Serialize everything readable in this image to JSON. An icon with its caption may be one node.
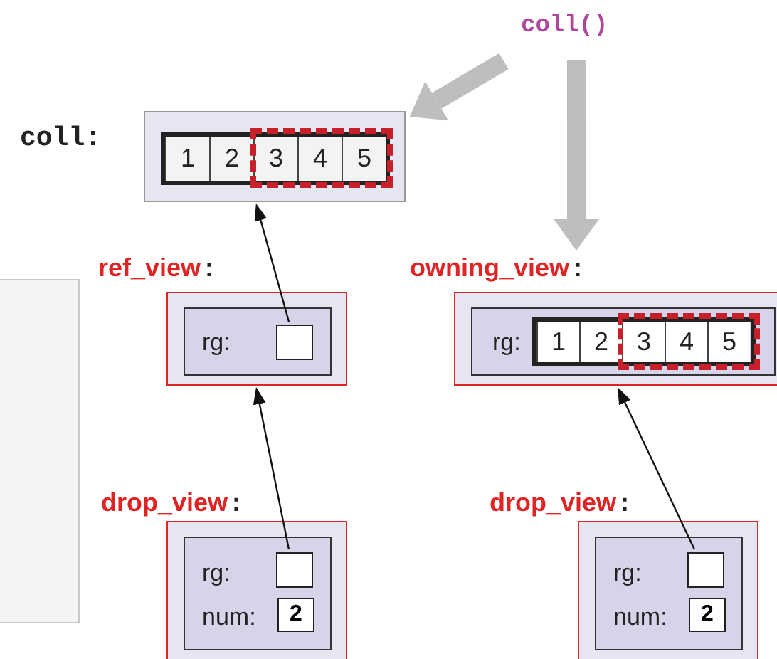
{
  "diagram": {
    "nodes": [
      {
        "text": [
          "coll()"
        ]
      },
      {
        "text": [
          "coll:"
        ]
      },
      {
        "text": [
          "1"
        ],
        "in": 1
      },
      {
        "text": [
          "2"
        ],
        "in": 1
      },
      {
        "text": [
          "3"
        ],
        "in": 1
      },
      {
        "text": [
          "4"
        ],
        "in": 1
      },
      {
        "text": [
          "5"
        ],
        "in": 1
      },
      {
        "text": [
          "ref_view:"
        ]
      },
      {
        "text": [
          "rg:"
        ],
        "in": 7
      },
      {
        "text": [],
        "shape": "box",
        "in": 8
      },
      {
        "text": [
          "owning_view:"
        ]
      },
      {
        "text": [
          "rg:"
        ],
        "in": 10
      },
      {
        "text": [
          "1"
        ],
        "in": 11
      },
      {
        "text": [
          "2"
        ],
        "in": 11
      },
      {
        "text": [
          "3"
        ],
        "in": 11
      },
      {
        "text": [
          "4"
        ],
        "in": 11
      },
      {
        "text": [
          "5"
        ],
        "in": 11
      },
      {
        "text": [
          "drop_view:"
        ]
      },
      {
        "text": [
          "rg:",
          "num:"
        ],
        "in": 17
      },
      {
        "text": [],
        "shape": "box",
        "in": 18
      },
      {
        "text": [
          "2"
        ],
        "in": 18
      },
      {
        "text": [
          "drop_view:"
        ]
      },
      {
        "text": [
          "rg:",
          "num:"
        ],
        "in": 21
      },
      {
        "text": [],
        "shape": "box",
        "in": 22
      },
      {
        "text": [
          "2"
        ],
        "in": 22
      },
      {
        "text": [],
        "shape": "box"
      }
    ],
    "edges": [
      {
        "from": 0,
        "to": 1,
        "arrow": "to",
        "style": "thick",
        "color": "#bcbec0"
      },
      {
        "from": 0,
        "to": 10,
        "arrow": "to",
        "style": "thick",
        "color": "#bcbec0"
      },
      {
        "from": 9,
        "to": 1,
        "arrow": "to"
      },
      {
        "from": 19,
        "to": 7,
        "arrow": "to"
      },
      {
        "from": 23,
        "to": 10,
        "arrow": "to"
      }
    ]
  }
}
